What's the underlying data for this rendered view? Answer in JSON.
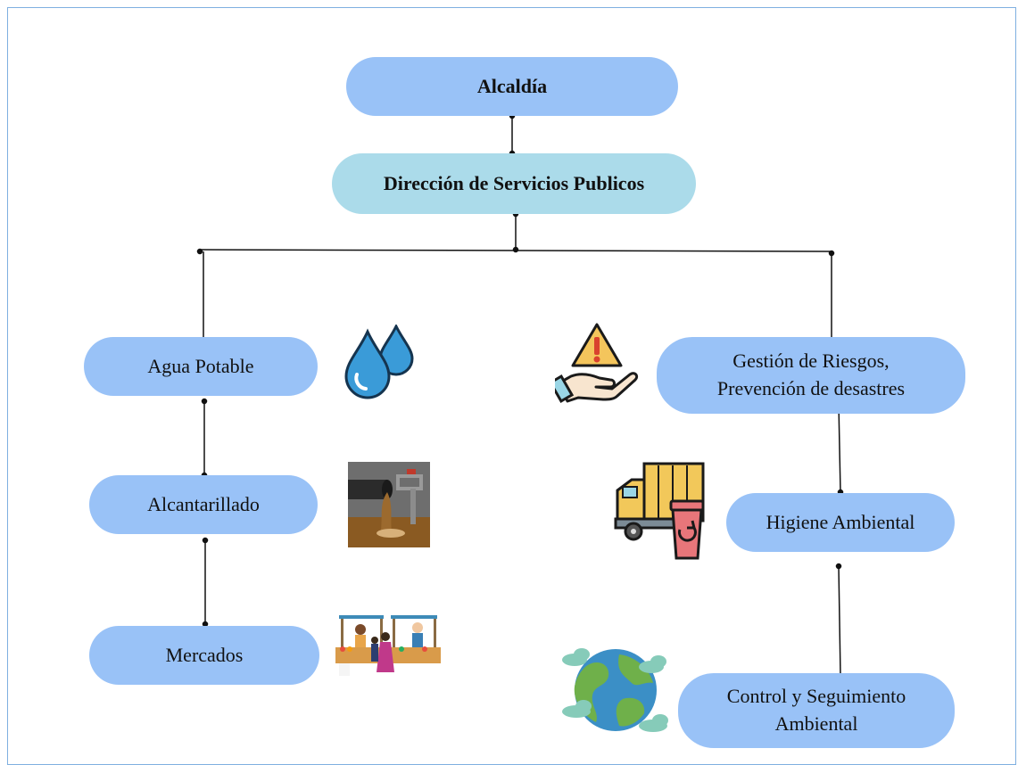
{
  "diagram": {
    "root": {
      "label": "Alcaldía"
    },
    "direction": {
      "label": "Dirección de Servicios Publicos"
    },
    "left_branch": [
      {
        "label": "Agua Potable",
        "icon": "water-drops-icon"
      },
      {
        "label": "Alcantarillado",
        "icon": "sewer-pipe-icon"
      },
      {
        "label": "Mercados",
        "icon": "market-stalls-icon"
      }
    ],
    "right_branch": [
      {
        "label_line1": "Gestión de Riesgos,",
        "label_line2": "Prevención de desastres",
        "icon": "warning-hand-icon"
      },
      {
        "label": "Higiene Ambiental",
        "icon": "garbage-truck-icon"
      },
      {
        "label_line1": "Control y Seguimiento",
        "label_line2": "Ambiental",
        "icon": "earth-globe-icon"
      }
    ],
    "colors": {
      "node_blue": "#99c2f7",
      "node_light": "#abdbea",
      "frame": "#7fb0e0",
      "line": "#111111"
    }
  }
}
